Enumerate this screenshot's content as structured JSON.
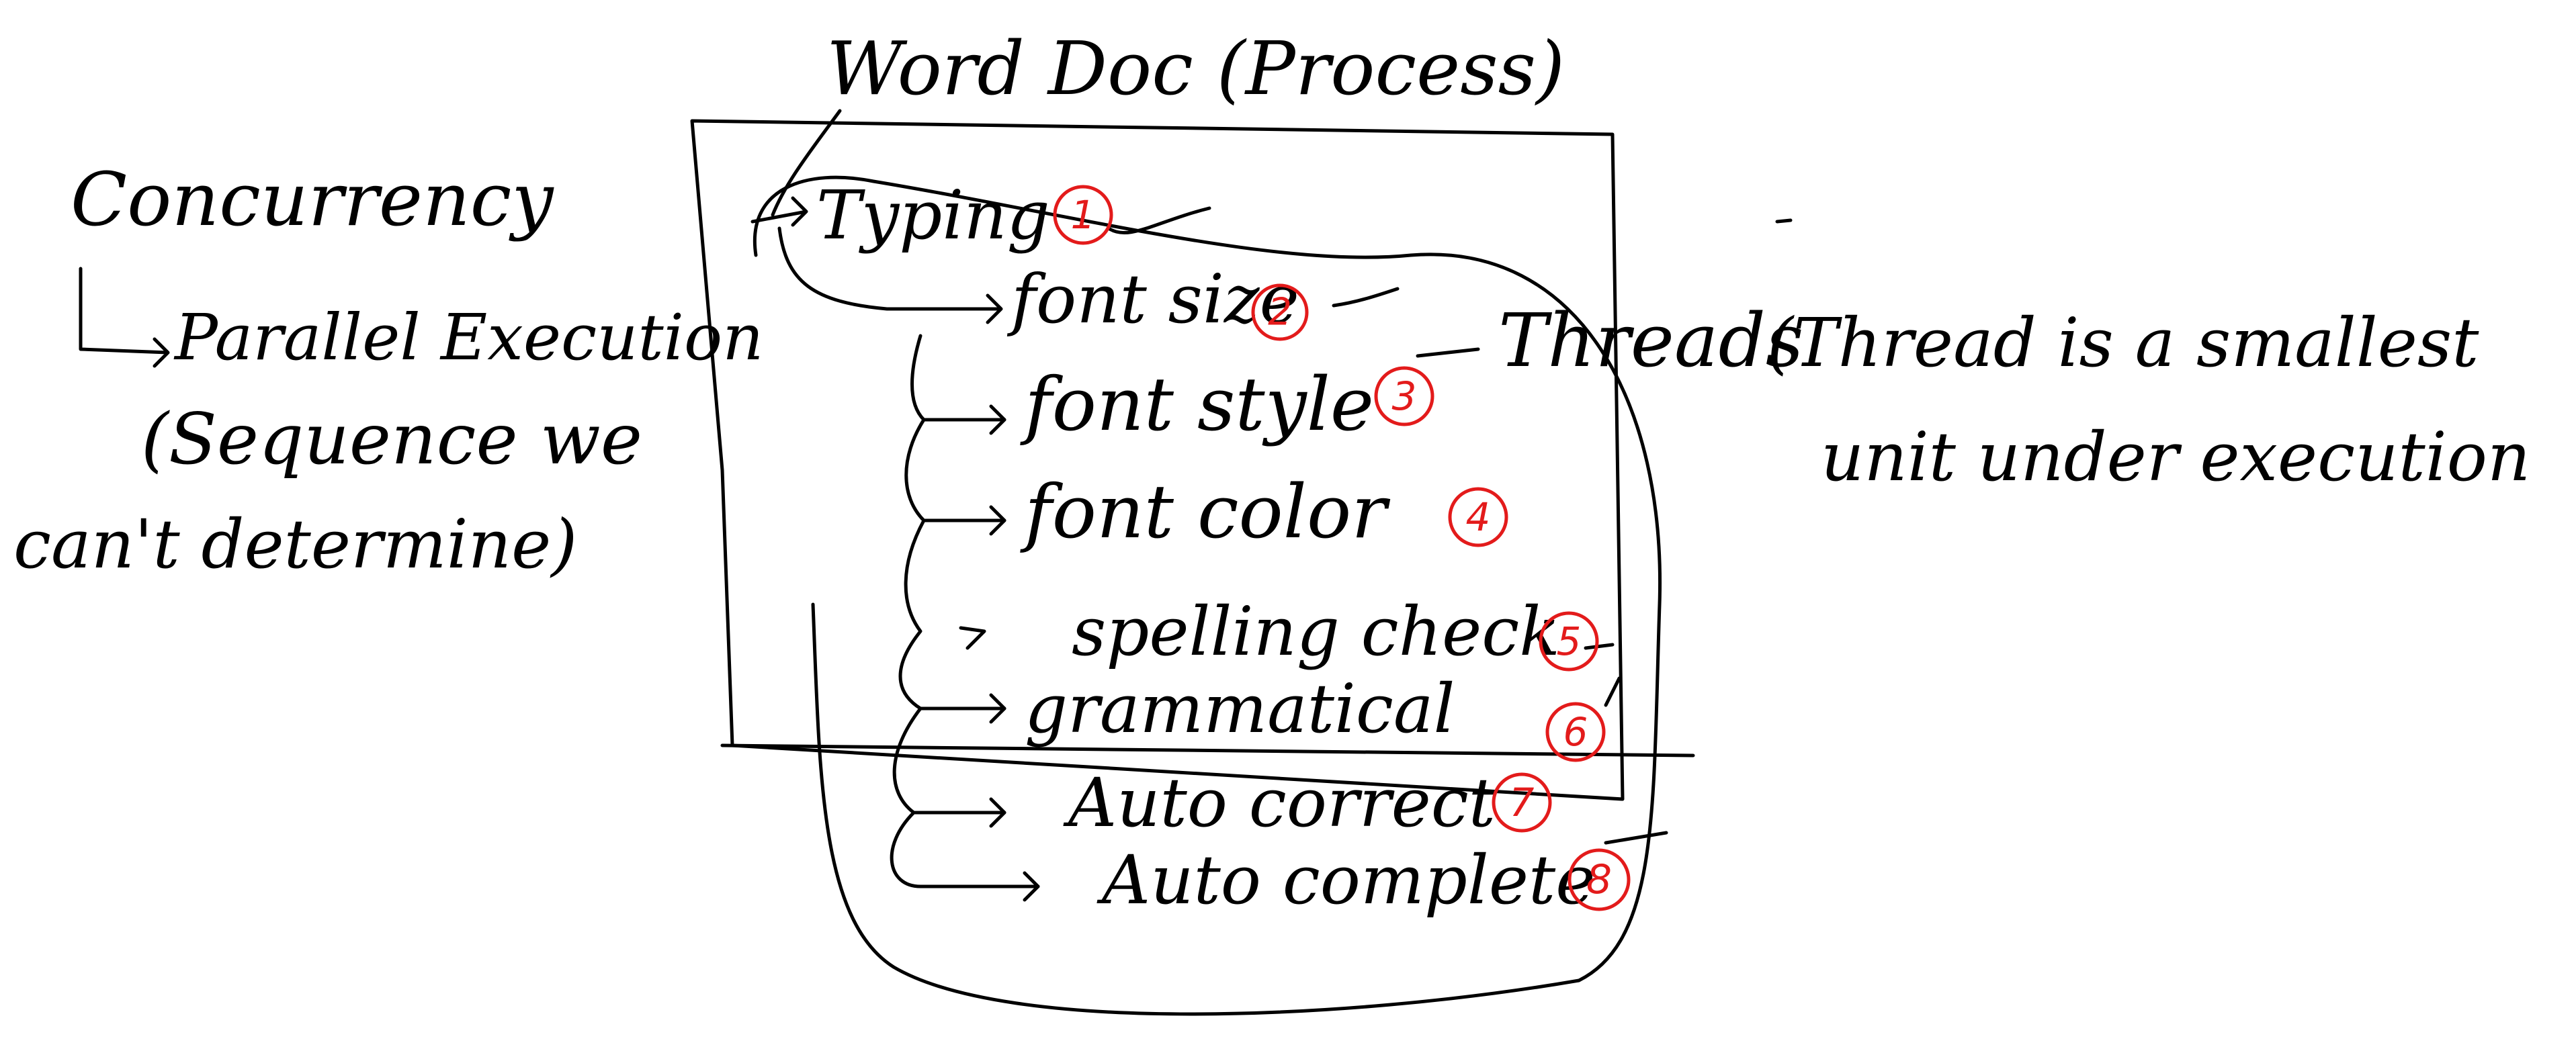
{
  "colors": {
    "ink": "#000000",
    "marker": "#e31b1b",
    "background": "#ffffff"
  },
  "title": "Word Doc (Process)",
  "left_notes": {
    "line1": "Concurrency",
    "line2": "Parallel Execution",
    "line3": "(Sequence we",
    "line4": "can't determine)"
  },
  "right_notes": {
    "label": "Threads",
    "definition_line1": "(Thread is a smallest",
    "definition_line2": "unit under execution"
  },
  "tasks": [
    {
      "label": "Typing",
      "number": "1"
    },
    {
      "label": "font size",
      "number": "2"
    },
    {
      "label": "font style",
      "number": "3"
    },
    {
      "label": "font color",
      "number": "4"
    },
    {
      "label": "spelling check",
      "number": "5"
    },
    {
      "label": "grammatical",
      "number": "6"
    },
    {
      "label": "Auto correct",
      "number": "7"
    },
    {
      "label": "Auto complete",
      "number": "8"
    }
  ]
}
